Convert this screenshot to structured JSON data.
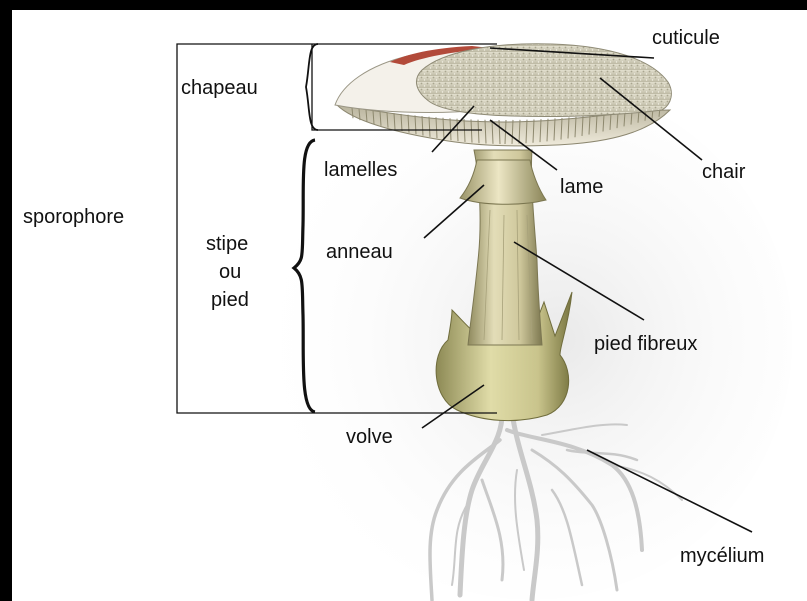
{
  "diagram": {
    "labels": {
      "cuticule": "cuticule",
      "chapeau": "chapeau",
      "chair": "chair",
      "lamelles": "lamelles",
      "lame": "lame",
      "sporophore": "sporophore",
      "stipe": "stipe",
      "ou": "ou",
      "pied": "pied",
      "anneau": "anneau",
      "pied_fibreux": "pied fibreux",
      "volve": "volve",
      "mycelium": "mycélium"
    },
    "colors": {
      "cap_top": "#d7d4c2",
      "cap_rim": "#f4f1ea",
      "cuticle_red": "#b24a3a",
      "gills": "#e6e1cc",
      "stipe": "#d8d2ad",
      "volva": "#cfcb93",
      "mycelium": "#c8c8c8"
    }
  }
}
